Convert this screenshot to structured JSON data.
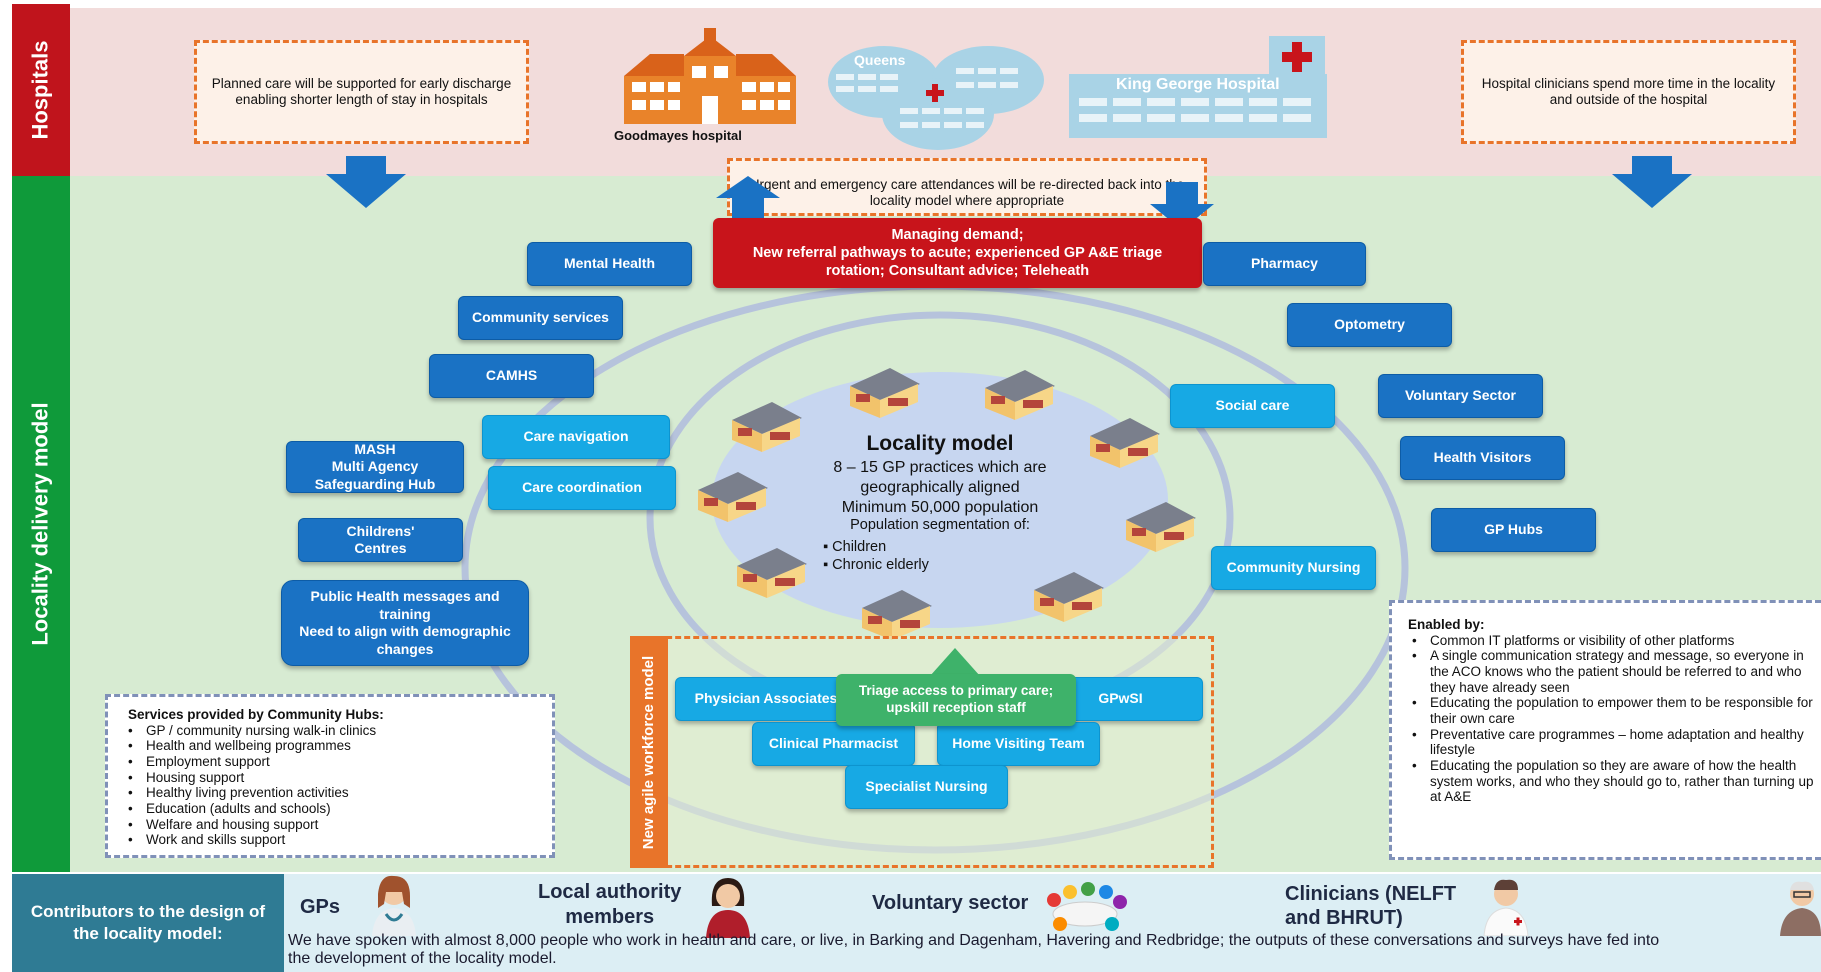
{
  "sections": {
    "hospitals": "Hospitals",
    "locality": "Locality delivery model"
  },
  "top": {
    "planned_care": "Planned care will be supported for early discharge enabling shorter length of stay in hospitals",
    "goodmayes": "Goodmayes hospital",
    "queens": "Queens",
    "king_george": "King George Hospital",
    "clinicians_text": "Hospital clinicians spend more time in the locality and outside of the hospital",
    "urgent_text": "Urgent and emergency care attendances will be re-directed back into the locality model where appropriate"
  },
  "managing_demand": {
    "line1": "Managing demand;",
    "line2": "New referral pathways to acute; experienced GP A&E triage",
    "line3": "rotation; Consultant advice; Teleheath"
  },
  "services_left": {
    "mental_health": "Mental Health",
    "community_services": "Community services",
    "camhs": "CAMHS",
    "mash_1": "MASH",
    "mash_2": "Multi Agency",
    "mash_3": "Safeguarding Hub",
    "childrens_1": "Childrens'",
    "childrens_2": "Centres",
    "care_navigation": "Care navigation",
    "care_coordination": "Care  coordination",
    "ph_1": "Public Health messages and training",
    "ph_2": "Need to align with demographic",
    "ph_3": "changes"
  },
  "services_right": {
    "pharmacy": "Pharmacy",
    "optometry": "Optometry",
    "social_care": "Social care",
    "voluntary_sector": "Voluntary Sector",
    "health_visitors": "Health Visitors",
    "gp_hubs": "GP Hubs",
    "community_nursing": "Community Nursing"
  },
  "locality": {
    "title": "Locality model",
    "line1": "8 – 15 GP practices which are",
    "line2": "geographically aligned",
    "line3": "Minimum 50,000 population",
    "line4": "Population  segmentation  of:",
    "bullets": [
      "Children",
      "Chronic elderly"
    ]
  },
  "workforce": {
    "title": "New agile workforce model",
    "triage_1": "Triage access to primary care;",
    "triage_2": "upskill reception staff",
    "physician_associates": "Physician Associates",
    "gpwsi": "GPwSI",
    "clinical_pharmacist": "Clinical Pharmacist",
    "home_visiting": "Home Visiting Team",
    "specialist_nursing": "Specialist Nursing"
  },
  "community_hubs": {
    "title": "Services provided by Community  Hubs:",
    "items": [
      "GP / community nursing walk-in clinics",
      "Health and wellbeing programmes",
      "Employment support",
      "Housing support",
      "Healthy living prevention activities",
      "Education (adults and schools)",
      "Welfare and housing support",
      "Work and skills support"
    ]
  },
  "enabled_by": {
    "title": "Enabled by:",
    "items": [
      "Common IT platforms or visibility of other platforms",
      "A single communication strategy and message, so everyone in the ACO knows who the patient should be referred to and who they have already seen",
      "Educating the population to empower them to be responsible for their own care",
      "Preventative care programmes – home adaptation and healthy lifestyle",
      "Educating the population so they are aware of how the health system works, and who they should go to, rather than turning up at A&E"
    ]
  },
  "contributors": {
    "label_1": "Contributors to the design of",
    "label_2": "the locality model:",
    "gps": "GPs",
    "la_1": "Local authority",
    "la_2": "members",
    "voluntary": "Voluntary  sector",
    "cl_1": "Clinicians  (NELFT",
    "cl_2": "and BHRUT)",
    "text_1": "We have spoken with almost 8,000 people who work in health and care, or live, in Barking and Dagenham, Havering and Redbridge; the outputs of these conversations and surveys have fed into",
    "text_2": "the development of the locality model."
  },
  "colors": {
    "hospitals_band": "#f2dcdb",
    "hospitals_label": "#c0141c",
    "locality_bg": "#d7ebd2",
    "locality_label": "#0f9a3a",
    "dark_blue": "#1a72c4",
    "light_blue": "#17a9e4",
    "red_box": "#c8141b",
    "orange_dash": "#e8742a",
    "contributors_bg": "#dceef4",
    "contributors_label": "#2f7b94"
  }
}
